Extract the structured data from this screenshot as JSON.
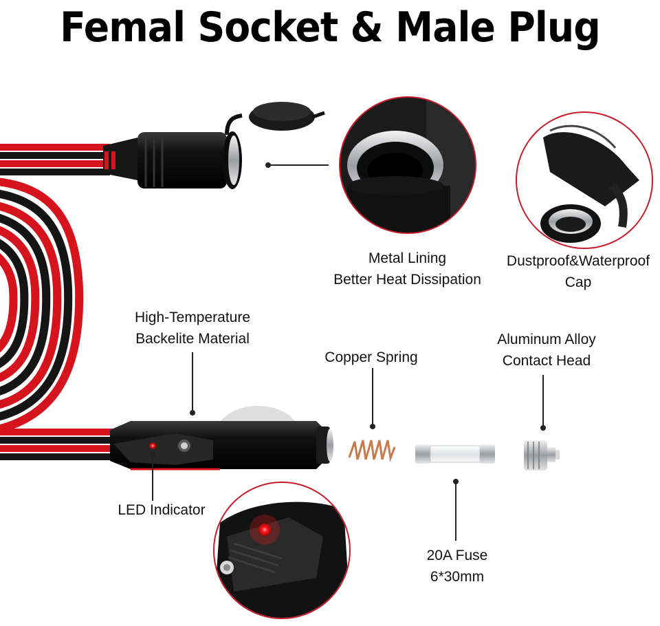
{
  "title": "Femal Socket & Male Plug",
  "labels": {
    "metal_lining": {
      "line1": "Metal Lining",
      "line2": "Better Heat Dissipation"
    },
    "cap": {
      "line1": "Dustproof&Waterproof",
      "line2": "Cap"
    },
    "bakelite": {
      "line1": "High-Temperature",
      "line2": "Backelite Material"
    },
    "spring": {
      "line1": "Copper Spring"
    },
    "contact": {
      "line1": "Aluminum Alloy",
      "line2": "Contact Head"
    },
    "led": {
      "line1": "LED Indicator"
    },
    "fuse": {
      "line1": "20A Fuse",
      "line2": "6*30mm"
    }
  },
  "colors": {
    "cable_red": "#d6141e",
    "cable_black": "#151515",
    "led_red": "#ff1a1a",
    "copper": "#c97a4a",
    "metal": "#b9bcc0"
  }
}
